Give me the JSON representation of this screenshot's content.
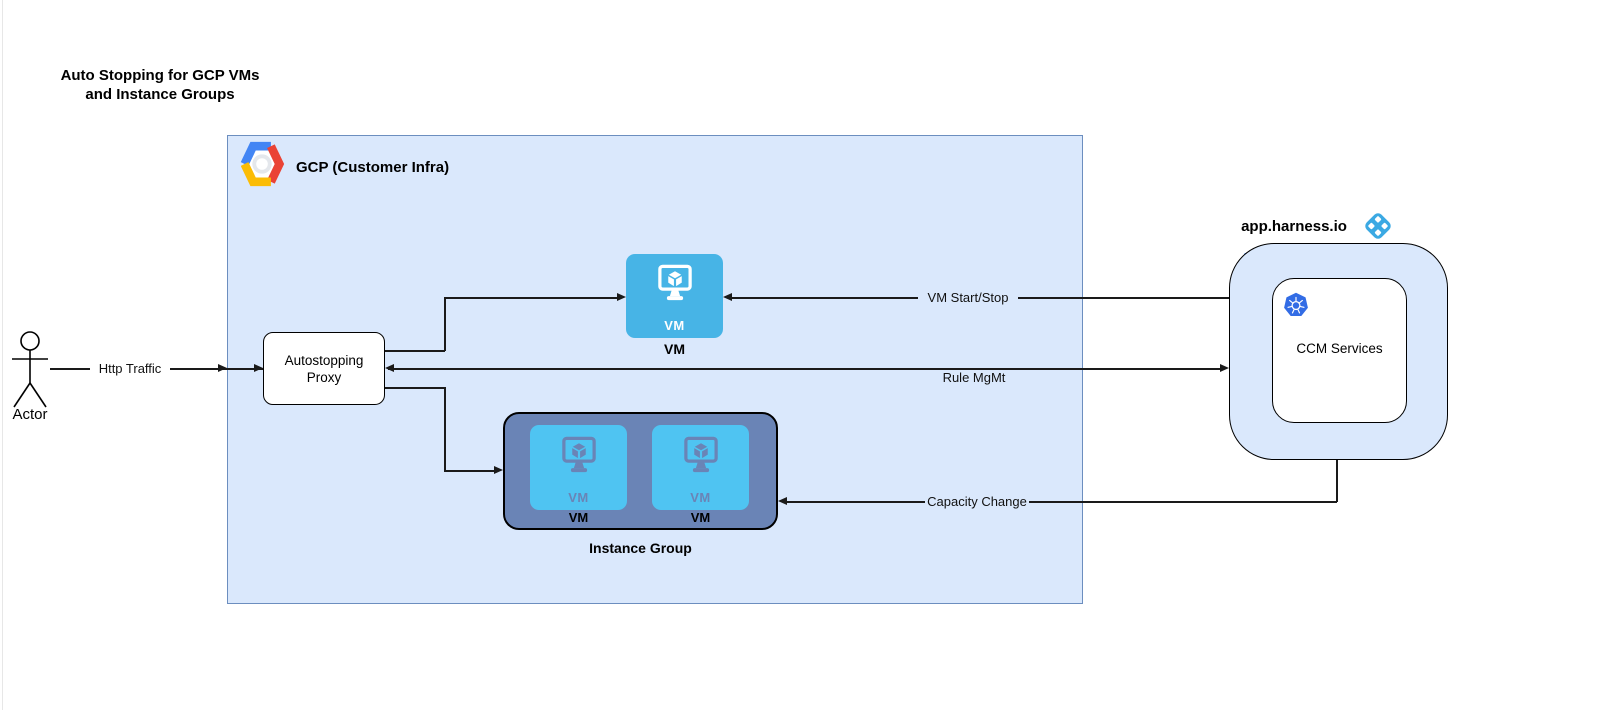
{
  "title": {
    "line1": "Auto Stopping for GCP VMs",
    "line2": "and Instance Groups"
  },
  "actor": {
    "label": "Actor"
  },
  "gcp_container": {
    "label": "GCP (Customer Infra)"
  },
  "proxy": {
    "label": "Autostopping Proxy"
  },
  "vm_node": {
    "inner_label": "VM",
    "label": "VM"
  },
  "instance_group": {
    "label": "Instance Group",
    "tiles": [
      {
        "inner_label": "VM",
        "label": "VM"
      },
      {
        "inner_label": "VM",
        "label": "VM"
      }
    ]
  },
  "harness": {
    "domain_label": "app.harness.io",
    "ccm_label": "CCM Services"
  },
  "edges": {
    "http_traffic": "Http Traffic",
    "vm_start_stop": "VM Start/Stop",
    "rule_mgmt": "Rule MgMt",
    "capacity_change": "Capacity Change"
  },
  "colors": {
    "container_fill": "#dae8fc",
    "container_border": "#6c8ebf",
    "vm_fill": "#47b4e6",
    "instance_group_fill": "#6a84b6",
    "instance_group_tile_fill": "#4fc4f2",
    "harness_logo_blue": "#3ba9e3",
    "kubernetes_blue": "#326ce5",
    "gcp_logo_blue": "#4285f4",
    "gcp_logo_red": "#ea4335",
    "gcp_logo_yellow": "#fbbc05",
    "edge_line": "#1a1a1a"
  }
}
